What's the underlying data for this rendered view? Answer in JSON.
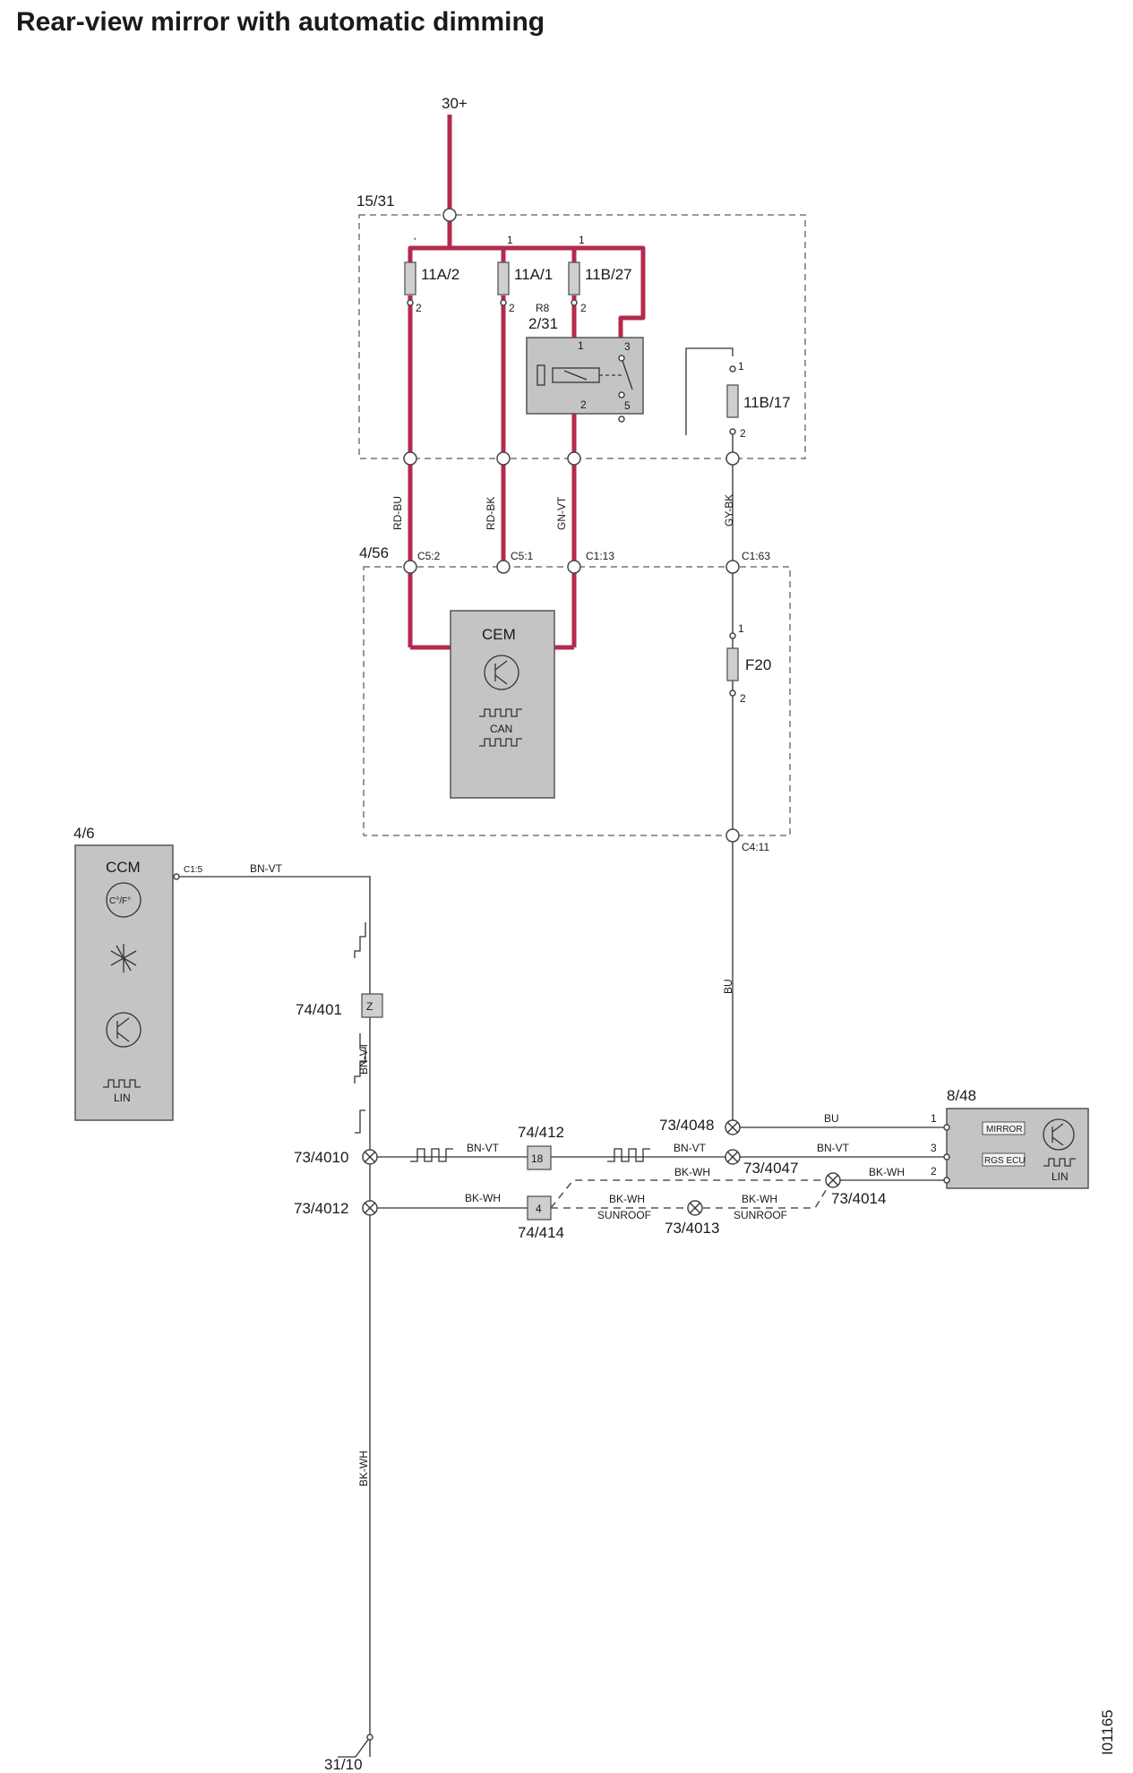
{
  "title": "Rear-view mirror with automatic dimming",
  "supply": "30+",
  "ground": "31/10",
  "figure_id": "I01165",
  "relay_box": {
    "id": "15/31"
  },
  "fuses": {
    "f11a2": "11A/2",
    "f11a1": "11A/1",
    "f11b27": "11B/27",
    "f11b17": "11B/17",
    "f20": "F20"
  },
  "relay": {
    "name": "R8",
    "id": "2/31"
  },
  "pins": {
    "one": "1",
    "two": "2",
    "three": "3",
    "five": "5",
    "tick": "'",
    "z": "Z",
    "eighteen": "18",
    "four": "4"
  },
  "wire_colors": {
    "rd_bu": "RD-BU",
    "rd_bk": "RD-BK",
    "gn_vt": "GN-VT",
    "gy_bk": "GY-BK",
    "bu": "BU",
    "bn_vt": "BN-VT",
    "bk_wh": "BK-WH"
  },
  "cem_box": {
    "id": "4/56",
    "c52": "C5:2",
    "c51": "C5:1",
    "c113": "C1:13",
    "c163": "C1:63",
    "c411": "C4:11"
  },
  "cem": {
    "name": "CEM",
    "can": "CAN"
  },
  "ccm": {
    "id": "4/6",
    "name": "CCM",
    "temp": "C°/F°",
    "lin": "LIN",
    "pin": "C1:5"
  },
  "splices": {
    "s74401": "74/401",
    "s73_4010": "73/4010",
    "s73_4012": "73/4012",
    "s74412": "74/412",
    "s74414": "74/414",
    "s73_4048": "73/4048",
    "s73_4047": "73/4047",
    "s73_4013": "73/4013",
    "s73_4014": "73/4014",
    "sunroof": "SUNROOF"
  },
  "mirror": {
    "id": "8/48",
    "mirror_label": "MIRROR",
    "rgs_label": "RGS ECU",
    "lin": "LIN"
  },
  "colors": {
    "power_wire": "#b5294e",
    "module": "#c4c4c4",
    "line": "#555555"
  }
}
